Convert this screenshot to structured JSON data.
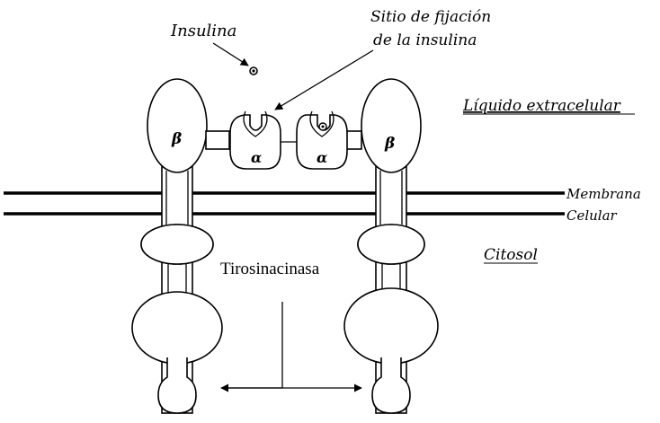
{
  "labels": {
    "insulin": "Insulina",
    "binding_site_line1": "Sitio de fijación",
    "binding_site_line2": "de la insulina",
    "extracellular": "Líquido extracelular",
    "membrane_line1": "Membrana",
    "membrane_line2": "Celular",
    "cytosol": "Citosol",
    "kinase": "Tirosinacinasa"
  },
  "subunits": {
    "beta": "β",
    "alpha": "α"
  },
  "colors": {
    "ink": "#000000",
    "background": "#ffffff"
  }
}
